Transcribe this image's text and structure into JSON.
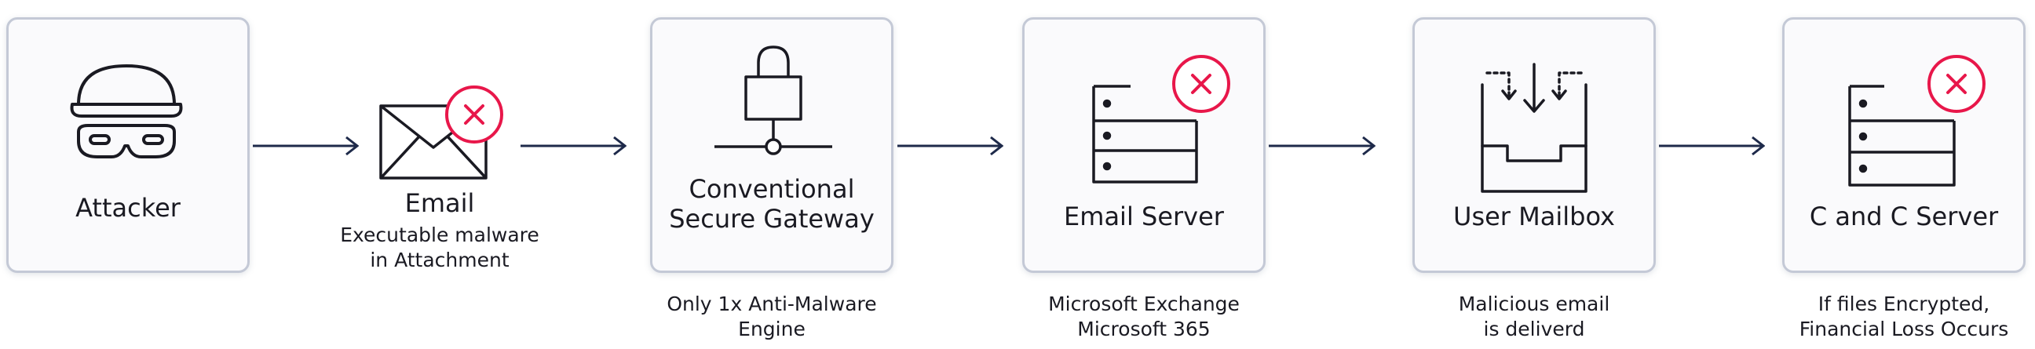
{
  "steps": [
    {
      "id": "attacker",
      "title": "Attacker",
      "subtitle": [],
      "icon": "attacker-icon",
      "blocked": false
    },
    {
      "id": "email",
      "title": "Email",
      "subtitle": [
        "Executable malware",
        "in Attachment"
      ],
      "icon": "envelope-icon",
      "blocked": true
    },
    {
      "id": "gateway",
      "title": [
        "Conventional",
        "Secure Gateway"
      ],
      "subtitle": [
        "Only 1x Anti-Malware",
        "Engine"
      ],
      "icon": "padlock-network-icon",
      "blocked": false
    },
    {
      "id": "email-server",
      "title": "Email Server",
      "subtitle": [
        "Microsoft Exchange",
        "Microsoft 365"
      ],
      "icon": "server-icon",
      "blocked": true
    },
    {
      "id": "mailbox",
      "title": "User Mailbox",
      "subtitle": [
        "Malicious email",
        "is deliverd"
      ],
      "icon": "inbox-tray-icon",
      "blocked": false
    },
    {
      "id": "cc-server",
      "title": "C and C Server",
      "subtitle": [
        "If files Encrypted,",
        "Financial Loss Occurs"
      ],
      "icon": "server-icon",
      "blocked": true
    }
  ],
  "colors": {
    "icon_stroke": "#1a1a22",
    "arrow": "#1e2a4a",
    "alert": "#e8174a",
    "box_border": "#c4c9d6"
  }
}
